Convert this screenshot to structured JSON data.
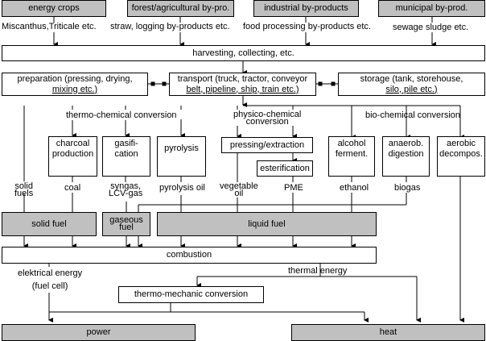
{
  "sources": [
    {
      "title": "energy crops",
      "examples": "Miscanthus,Triticale etc."
    },
    {
      "title": "forest/agricultural by-pro.",
      "examples": "straw, logging by-products etc."
    },
    {
      "title": "industrial by-products",
      "examples": "food processing by-products etc."
    },
    {
      "title": "municipal by-prod.",
      "examples": "sewage sludge etc."
    }
  ],
  "logistics": {
    "harvesting": "harvesting, collecting, etc.",
    "preparation_1": "preparation (pressing, drying,",
    "preparation_2": "mixing etc.)",
    "transport_1": "transport (truck, tractor, conveyor",
    "transport_2": "belt, pipeline, ship, train etc.)",
    "storage_1": "storage (tank, storehouse,",
    "storage_2": "silo, pile etc.)"
  },
  "conversion_groups": {
    "thermo_chemical": "thermo-chemical conversion",
    "physico_chemical_1": "physico-chemical",
    "physico_chemical_2": "conversion",
    "bio_chemical": "bio-chemical conversion"
  },
  "processes": {
    "charcoal_1": "charcoal",
    "charcoal_2": "production",
    "gasification_1": "gasifi-",
    "gasification_2": "cation",
    "pyrolysis": "pyrolysis",
    "pressing": "pressing/extraction",
    "esterification": "esterification",
    "alcohol_1": "alcohol",
    "alcohol_2": "ferment.",
    "anaerobic_1": "anaerob.",
    "anaerobic_2": "digestion",
    "aerobic_1": "aerobic",
    "aerobic_2": "decompos."
  },
  "products": {
    "solid_fuels_1": "solid",
    "solid_fuels_2": "fuels",
    "coal": "coal",
    "syngas_1": "syngas,",
    "syngas_2": "LCV-gas",
    "pyrolysis_oil": "pyrolysis oil",
    "vegetable_oil_1": "vegetable",
    "vegetable_oil_2": "oil",
    "pme": "PME",
    "ethanol": "ethanol",
    "biogas": "biogas"
  },
  "fuel_types": {
    "solid": "solid fuel",
    "gaseous_1": "gaseous",
    "gaseous_2": "fuel",
    "liquid": "liquid fuel"
  },
  "final": {
    "combustion": "combustion",
    "electrical_1": "elektrical energy",
    "electrical_2": "(fuel cell)",
    "thermal": "thermal energy",
    "thermo_mechanic": "thermo-mechanic conversion",
    "power": "power",
    "heat": "heat"
  },
  "colors": {
    "gray_box": "#c0c0c0",
    "line": "#000000"
  }
}
